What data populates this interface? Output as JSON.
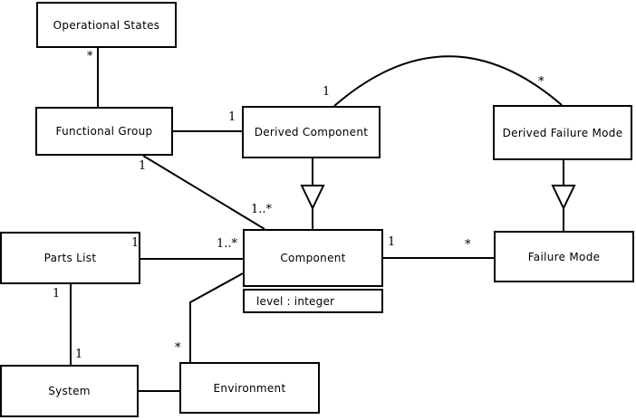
{
  "diagram": {
    "type": "uml-class-diagram",
    "background_color": "#ffffff",
    "line_color": "#000000",
    "classes": {
      "operational_states": {
        "name": "Operational States"
      },
      "functional_group": {
        "name": "Functional Group"
      },
      "derived_component": {
        "name": "Derived Component"
      },
      "derived_failure_mode": {
        "name": "Derived Failure Mode"
      },
      "parts_list": {
        "name": "Parts List"
      },
      "component": {
        "name": "Component",
        "attribute": "level : integer"
      },
      "failure_mode": {
        "name": "Failure Mode"
      },
      "system": {
        "name": "System"
      },
      "environment": {
        "name": "Environment"
      }
    },
    "relations": [
      {
        "type": "association",
        "from": "operational_states",
        "to": "functional_group",
        "labels": {
          "operational_states_end": "*"
        }
      },
      {
        "type": "association",
        "from": "functional_group",
        "to": "derived_component",
        "labels": {
          "derived_component_end": "1"
        }
      },
      {
        "type": "association",
        "from": "functional_group",
        "to": "component",
        "labels": {
          "functional_group_end": "1",
          "component_end": "1..*"
        }
      },
      {
        "type": "association",
        "from": "derived_component",
        "to": "derived_failure_mode",
        "labels": {
          "derived_component_end": "1",
          "derived_failure_mode_end": "*"
        }
      },
      {
        "type": "generalization",
        "from": "derived_component",
        "to": "component",
        "labels": {}
      },
      {
        "type": "generalization",
        "from": "derived_failure_mode",
        "to": "failure_mode",
        "labels": {}
      },
      {
        "type": "association",
        "from": "parts_list",
        "to": "component",
        "labels": {
          "parts_list_end": "1",
          "component_end": "1..*"
        }
      },
      {
        "type": "association",
        "from": "component",
        "to": "failure_mode",
        "labels": {
          "component_end": "1",
          "failure_mode_end": "*"
        }
      },
      {
        "type": "association",
        "from": "parts_list",
        "to": "system",
        "labels": {
          "parts_list_end": "1",
          "system_end": "1"
        }
      },
      {
        "type": "association",
        "from": "component",
        "to": "environment",
        "labels": {
          "environment_end": "*"
        }
      },
      {
        "type": "association",
        "from": "system",
        "to": "environment",
        "labels": {}
      }
    ]
  }
}
